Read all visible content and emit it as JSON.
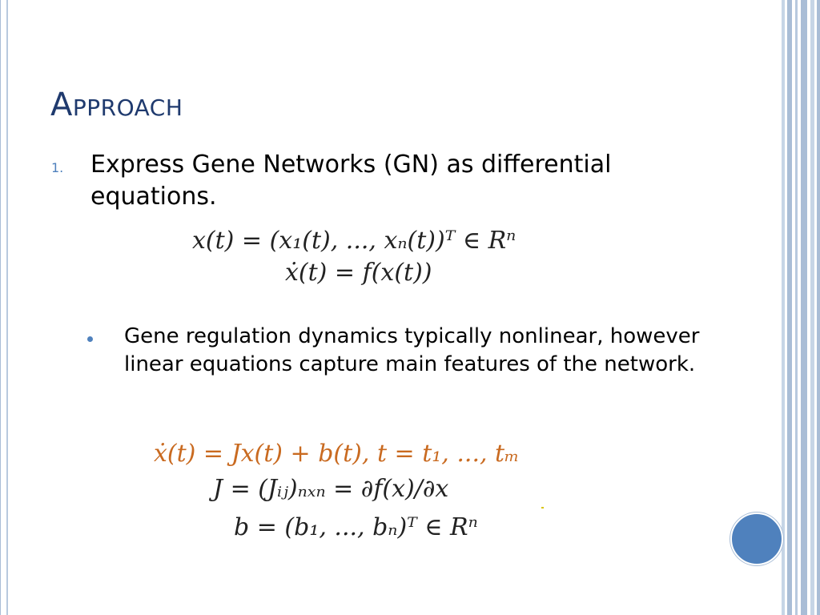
{
  "slide": {
    "title": "Approach",
    "item1_number": "1.",
    "item1_text": "Express Gene Networks (GN) as differential equations.",
    "eq1_line1": "x(t) = (x₁(t), ..., xₙ(t))ᵀ ∈ Rⁿ",
    "eq1_line2": "ẋ(t) = f(x(t))",
    "bullet_text": "Gene regulation dynamics typically nonlinear, however linear equations capture main features of the network.",
    "eq2_line1": "ẋ(t) = Jx(t) + b(t),    t = t₁, ..., tₘ",
    "eq2_line2": "J = (Jᵢⱼ)ₙₓₙ = ∂f(x)/∂x",
    "eq2_line3": "b = (b₁, ..., bₙ)ᵀ ∈ Rⁿ"
  },
  "colors": {
    "title": "#1f3a6e",
    "accent": "#4f81bd",
    "equation_orange": "#c96a20",
    "frame_stripe": "#a9bdd6"
  }
}
